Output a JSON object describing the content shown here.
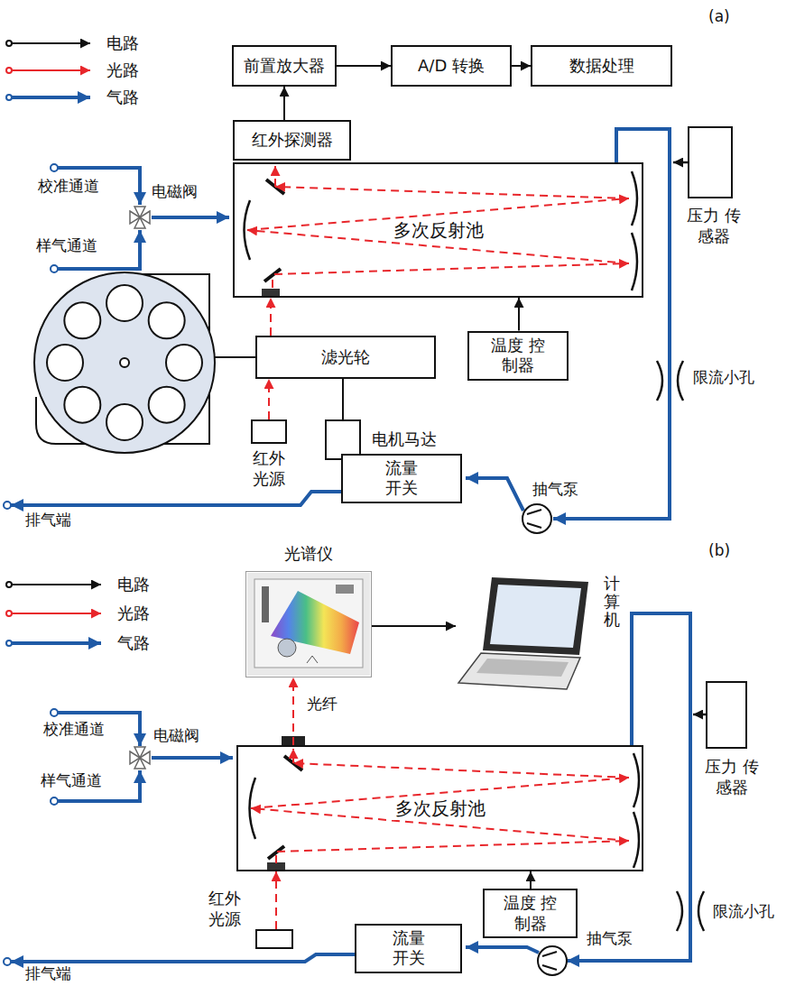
{
  "diagram": {
    "nodes": [
      {
        "text": [
          "前置放大器"
        ]
      },
      {
        "text": [
          "A/D 转换"
        ]
      },
      {
        "text": [
          "数据处理"
        ]
      },
      {
        "text": [
          "红外探测器"
        ]
      },
      {
        "text": [
          "多次反射池"
        ]
      },
      {
        "text": [
          "压力 传感器"
        ]
      },
      {
        "text": [
          "滤光轮"
        ]
      },
      {
        "text": [
          "温度 控制器"
        ]
      },
      {
        "text": [
          "红外 光源"
        ]
      },
      {
        "text": [
          "电机马达"
        ]
      },
      {
        "text": [
          "流量 开关"
        ]
      },
      {
        "text": [
          "光谱仪"
        ]
      },
      {
        "text": [
          "计算机"
        ]
      },
      {
        "text": [
          "多次反射池"
        ]
      },
      {
        "text": [
          "压力 传感器"
        ]
      },
      {
        "text": [
          "温度 控制器"
        ]
      },
      {
        "text": [
          "红外 光源"
        ]
      },
      {
        "text": [
          "流量 开关"
        ]
      }
    ],
    "edges": [
      {
        "from": 0,
        "to": 1,
        "arrow": "to"
      },
      {
        "from": 1,
        "to": 2,
        "arrow": "to"
      },
      {
        "from": 3,
        "to": 0,
        "arrow": "to"
      },
      {
        "from": 7,
        "to": 4,
        "arrow": "to"
      },
      {
        "from": 6,
        "to": 4,
        "arrow": "to"
      },
      {
        "from": 8,
        "to": 6,
        "arrow": "to"
      },
      {
        "from": 9,
        "to": 6,
        "arrow": "none"
      },
      {
        "from": 13,
        "to": 11,
        "arrow": "to"
      },
      {
        "from": 11,
        "to": 12,
        "arrow": "to"
      },
      {
        "from": 15,
        "to": 13,
        "arrow": "to"
      },
      {
        "from": 16,
        "to": 13,
        "arrow": "to"
      }
    ],
    "labels": [
      "(a)",
      "校准通道",
      "样气通道",
      "电磁阀",
      "限流小孔",
      "抽气泵",
      "排气端",
      "(b)",
      "光纤",
      "校准通道",
      "样气通道",
      "电磁阀",
      "限流小孔",
      "抽气泵",
      "排气端"
    ],
    "legend": [
      {
        "text": "电路"
      },
      {
        "text": "光路"
      },
      {
        "text": "气路"
      },
      {
        "text": "电路"
      },
      {
        "text": "光路"
      },
      {
        "text": "气路"
      }
    ]
  }
}
